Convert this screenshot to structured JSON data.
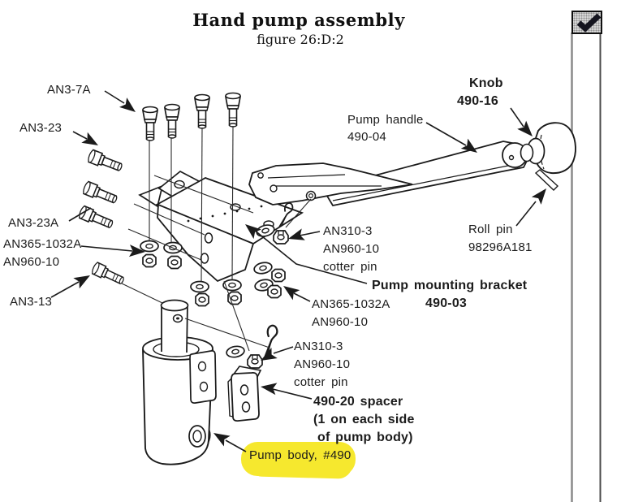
{
  "title": {
    "main": "Hand pump assembly",
    "figure": "figure 26:D:2"
  },
  "labels": {
    "an3_7a": "AN3-7A",
    "an3_23": "AN3-23",
    "an3_23a": "AN3-23A",
    "an365_left": {
      "l1": "AN365-1032A",
      "l2": "AN960-10"
    },
    "an3_13": "AN3-13",
    "pump_handle": {
      "l1": "Pump handle",
      "l2": "490-04"
    },
    "knob": {
      "l1": "Knob",
      "l2": "490-16"
    },
    "roll_pin": {
      "l1": "Roll pin",
      "l2": "98296A181"
    },
    "cotter_upper": {
      "l1": "AN310-3",
      "l2": "AN960-10",
      "l3": "cotter pin"
    },
    "bracket": {
      "l1": "Pump mounting bracket",
      "l2": "490-03"
    },
    "an365_right": {
      "l1": "AN365-1032A",
      "l2": "AN960-10"
    },
    "cotter_lower": {
      "l1": "AN310-3",
      "l2": "AN960-10",
      "l3": "cotter pin"
    },
    "spacer": {
      "l1": "490-20  spacer",
      "l2": "(1 on each side",
      "l3": "of pump body)"
    },
    "pump_body": "Pump body,  #490"
  },
  "toolbar_icon": {
    "name": "check-icon"
  },
  "colors": {
    "ink": "#1b1b1b",
    "highlight": "#f6e82e",
    "frame_left_line": "#8a8a8a",
    "frame_right_line": "#4a4a4a",
    "background": "#ffffff"
  }
}
